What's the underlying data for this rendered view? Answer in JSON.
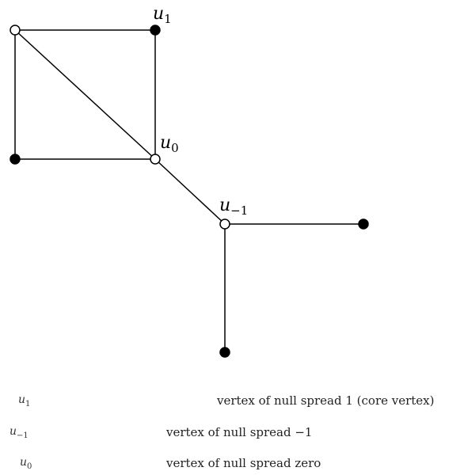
{
  "graph": {
    "labels": {
      "u1": {
        "base": "u",
        "sub": "1"
      },
      "u0": {
        "base": "u",
        "sub": "0"
      },
      "um1": {
        "base": "u",
        "sub": "−1"
      }
    },
    "vertices": [
      {
        "id": "top-left",
        "fill": "white"
      },
      {
        "id": "u1",
        "fill": "black"
      },
      {
        "id": "bottom-left",
        "fill": "black"
      },
      {
        "id": "u0",
        "fill": "white"
      },
      {
        "id": "u-1",
        "fill": "white"
      },
      {
        "id": "right-leaf",
        "fill": "black"
      },
      {
        "id": "bottom-leaf",
        "fill": "black"
      }
    ],
    "edges": [
      [
        "top-left",
        "u1"
      ],
      [
        "u1",
        "u0"
      ],
      [
        "bottom-left",
        "u0"
      ],
      [
        "top-left",
        "bottom-left"
      ],
      [
        "top-left",
        "u0"
      ],
      [
        "u0",
        "u-1"
      ],
      [
        "u-1",
        "right-leaf"
      ],
      [
        "u-1",
        "bottom-leaf"
      ]
    ]
  },
  "legend": [
    {
      "sym_base": "u",
      "sym_sub": "1",
      "desc": "vertex of null spread 1 (core vertex)"
    },
    {
      "sym_base": "u",
      "sym_sub": "−1",
      "desc": "vertex of null spread −1"
    },
    {
      "sym_base": "u",
      "sym_sub": "0",
      "desc": "vertex of null spread zero"
    }
  ],
  "colors": {
    "stroke": "#000000",
    "filled_vertex": "#000000",
    "open_vertex": "#ffffff"
  }
}
